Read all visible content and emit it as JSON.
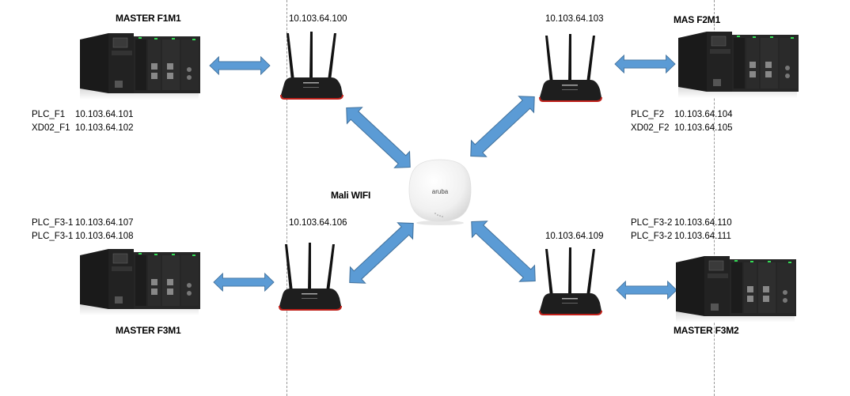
{
  "diagram": {
    "center": {
      "label": "Mali WIFI",
      "device_type": "access-point",
      "brand_text": "aruba"
    },
    "nodes": [
      {
        "id": "f1m1",
        "title": "MASTER F1M1",
        "router_ip": "10.103.64.100",
        "devices": [
          {
            "name": "PLC_F1",
            "ip": "10.103.64.101"
          },
          {
            "name": "XD02_F1",
            "ip": "10.103.64.102"
          }
        ]
      },
      {
        "id": "f2m1",
        "title": "MAS F2M1",
        "router_ip": "10.103.64.103",
        "devices": [
          {
            "name": "PLC_F2",
            "ip": "10.103.64.104"
          },
          {
            "name": "XD02_F2",
            "ip": "10.103.64.105"
          }
        ]
      },
      {
        "id": "f3m1",
        "title": "MASTER F3M1",
        "router_ip": "10.103.64.106",
        "devices": [
          {
            "name": "PLC_F3-1",
            "ip": "10.103.64.107"
          },
          {
            "name": "PLC_F3-1",
            "ip": "10.103.64.108"
          }
        ]
      },
      {
        "id": "f3m2",
        "title": "MASTER F3M2",
        "router_ip": "10.103.64.109",
        "devices": [
          {
            "name": "PLC_F3-2",
            "ip": "10.103.64.110"
          },
          {
            "name": "PLC_F3-2",
            "ip": "10.103.64.111"
          }
        ]
      }
    ],
    "colors": {
      "arrow_fill": "#5b9bd5",
      "arrow_stroke": "#41719c",
      "router_accent": "#c0201a",
      "led_green": "#33dd55"
    }
  }
}
